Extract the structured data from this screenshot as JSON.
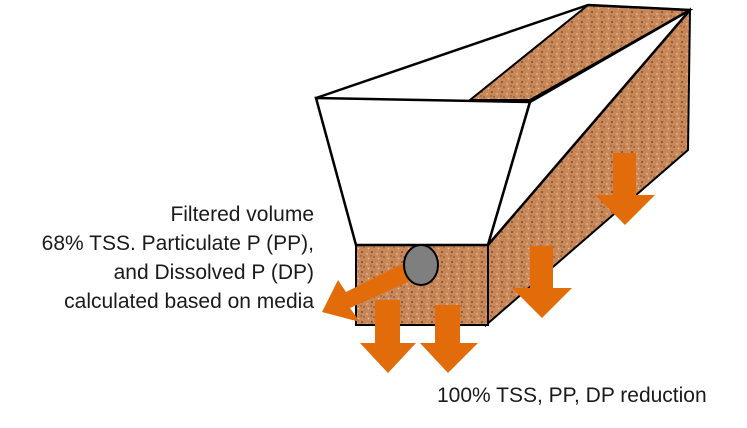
{
  "labels": {
    "filtered": {
      "line1": "Filtered volume",
      "line2": "68% TSS. Particulate P (PP),",
      "line3": "and Dissolved P (DP)",
      "line4": "calculated based on media"
    },
    "reduction": "100% TSS, PP, DP reduction"
  },
  "colors": {
    "media": "#c8885a",
    "arrow": "#e36c0a",
    "outline": "#000000",
    "pipe": "#7f7f7f"
  }
}
